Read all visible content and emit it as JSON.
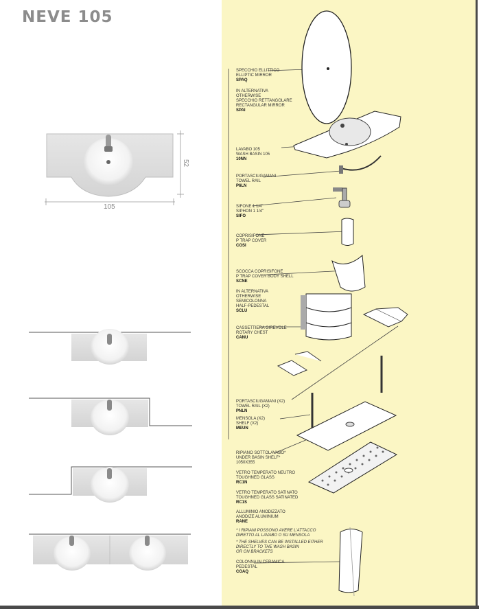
{
  "title": "NEVE 105",
  "dimensions": {
    "width": "105",
    "height": "52"
  },
  "components": [
    {
      "lines": [
        "SPECCHIO ELLITTICO",
        "ELLIPTIC MIRROR"
      ],
      "code": "SPAQ"
    },
    {
      "lines": [
        "IN ALTERNATIVA",
        "OTHERWISE",
        "SPECCHIO RETTANGOLARE",
        "RECTANGULAR MIRROR"
      ],
      "code": "SPAI"
    },
    {
      "lines": [
        "LAVABO 105",
        "WASH BASIN 105"
      ],
      "code": "10NN"
    },
    {
      "lines": [
        "PORTASCIUGAMANI",
        "TOWEL RAIL"
      ],
      "code": "P6LN"
    },
    {
      "lines": [
        "SIFONE 1 1/4\"",
        "SIPHON 1 1/4\""
      ],
      "code": "SIFO"
    },
    {
      "lines": [
        "COPRISIFONE",
        "P TRAP COVER"
      ],
      "code": "COSI"
    },
    {
      "lines": [
        "SCOCCA COPRISIFONE",
        "P TRAP COVER BODY SHELL"
      ],
      "code": "SCNE"
    },
    {
      "lines": [
        "IN ALTERNATIVA",
        "OTHERWISE",
        "SEMICOLONNA",
        "HALF-PEDESTAL"
      ],
      "code": "SCLU"
    },
    {
      "lines": [
        "CASSETTIERA GIREVOLE",
        "ROTARY CHEST"
      ],
      "code": "CANU"
    },
    {
      "lines": [
        "PORTASCIUGAMANI (x2)",
        "TOWEL RAIL (x2)"
      ],
      "code": "PNLN"
    },
    {
      "lines": [
        "MENSOLA (x2)",
        "SHELF (x2)"
      ],
      "code": "MEUN"
    },
    {
      "lines": [
        "RIPIANO SOTTOLAVABO*",
        "UNDER BASIN SHELF*",
        "1050x355"
      ],
      "code": ""
    },
    {
      "lines": [
        "VETRO TEMPERATO NEUTRO",
        "TOUGHNED GLASS"
      ],
      "code": "RC1N"
    },
    {
      "lines": [
        "VETRO TEMPERATO SATINATO",
        "TOUGHNED GLASS SATINATED"
      ],
      "code": "RC1S"
    },
    {
      "lines": [
        "ALLUMINIO ANODIZZATO",
        "ANODIZE ALUMINIUM"
      ],
      "code": "RANE"
    },
    {
      "lines": [
        "* I RIPIANI POSSONO AVERE L'ATTACCO",
        "  DIRETTO AL LAVABO O SU MENSOLA"
      ],
      "code": ""
    },
    {
      "lines": [
        "* THE SHELVES CAN BE INSTALLED EITHER",
        "  DIRECTLY TO THE WASH BASIN",
        "  OR ON BRACKETS"
      ],
      "code": ""
    },
    {
      "lines": [
        "COLONNA IN CERAMICA",
        "PEDESTAL"
      ],
      "code": "COAQ"
    }
  ]
}
